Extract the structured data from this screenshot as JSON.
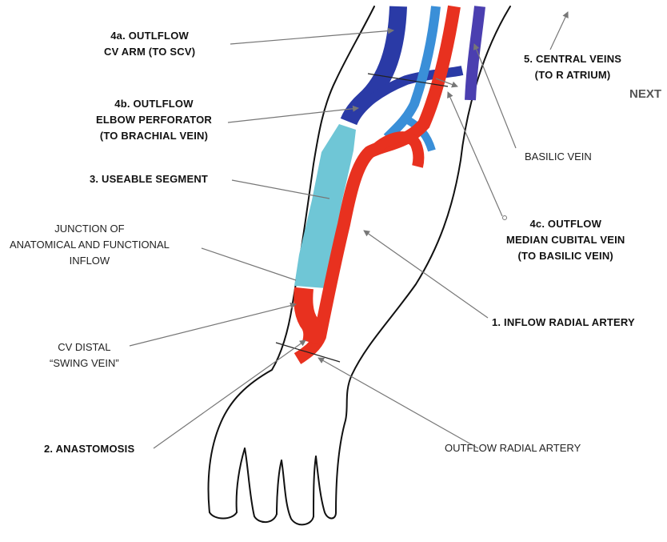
{
  "labels": {
    "outflow_4a": [
      "4a. OUTLFLOW",
      "CV ARM (TO SCV)"
    ],
    "outflow_4b": [
      "4b. OUTLFLOW",
      "ELBOW PERFORATOR",
      "(TO BRACHIAL VEIN)"
    ],
    "useable_segment": "3. USEABLE SEGMENT",
    "junction": [
      "JUNCTION OF",
      "ANATOMICAL AND FUNCTIONAL",
      "INFLOW"
    ],
    "swing_vein": [
      "CV DISTAL",
      "“SWING VEIN”"
    ],
    "anastomosis": "2. ANASTOMOSIS",
    "central_veins": [
      "5. CENTRAL VEINS",
      "(TO R ATRIUM)"
    ],
    "basilic_vein": "BASILIC VEIN",
    "outflow_4c": [
      "4c. OUTFLOW",
      "MEDIAN CUBITAL VEIN",
      "(TO BASILIC VEIN)"
    ],
    "inflow_radial_artery": "1.  INFLOW RADIAL ARTERY",
    "outflow_radial_artery": "OUTFLOW RADIAL ARTERY"
  },
  "nav": {
    "next_label": "NEXT"
  },
  "colors": {
    "artery_red": "#e8311f",
    "useable_vein_cyan": "#6fc6d6",
    "vein_light_blue": "#3a8fd8",
    "vein_dark_blue": "#2a3aa6",
    "vein_purple": "#4b3fb0",
    "outline": "#111111",
    "leader": "#777777"
  }
}
